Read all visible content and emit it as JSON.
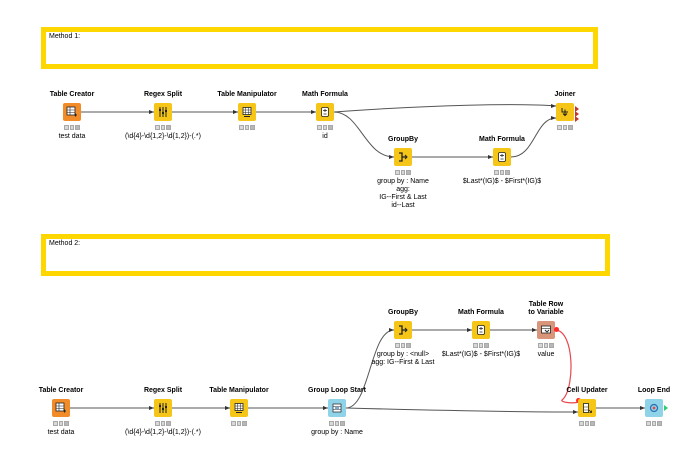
{
  "annotations": {
    "method1": "Method 1:",
    "method2": "Method 2:"
  },
  "method1": {
    "table_creator": {
      "title": "Table Creator",
      "label": "test data",
      "icon": "table-creator-icon",
      "color": "#f28c28"
    },
    "regex_split": {
      "title": "Regex Split",
      "label": "(\\d{4}-\\d{1,2}-\\d{1,2})-(.*)",
      "icon": "regex-split-icon",
      "color": "#f5c518"
    },
    "table_manipulator": {
      "title": "Table Manipulator",
      "label": "",
      "icon": "table-manipulator-icon",
      "color": "#f5c518"
    },
    "math_formula": {
      "title": "Math Formula",
      "label": "id",
      "icon": "math-formula-icon",
      "color": "#f5c518"
    },
    "joiner": {
      "title": "Joiner",
      "label": "",
      "icon": "joiner-icon",
      "color": "#f5c518"
    },
    "groupby": {
      "title": "GroupBy",
      "label_lines": [
        "group by : Name",
        "agg:",
        "IG--First & Last",
        "id--Last"
      ],
      "icon": "groupby-icon",
      "color": "#f5c518"
    },
    "math_formula_2": {
      "title": "Math Formula",
      "label": "$Last*(IG)$ - $First*(IG)$",
      "icon": "math-formula-icon",
      "color": "#f5c518"
    }
  },
  "method2": {
    "table_creator": {
      "title": "Table Creator",
      "label": "test data",
      "icon": "table-creator-icon",
      "color": "#f28c28"
    },
    "regex_split": {
      "title": "Regex Split",
      "label": "(\\d{4}-\\d{1,2}-\\d{1,2})-(.*)",
      "icon": "regex-split-icon",
      "color": "#f5c518"
    },
    "table_manipulator": {
      "title": "Table Manipulator",
      "label": "",
      "icon": "table-manipulator-icon",
      "color": "#f5c518"
    },
    "group_loop_start": {
      "title": "Group Loop Start",
      "label": "group by : Name",
      "icon": "group-loop-start-icon",
      "color": "#8fd3e8"
    },
    "groupby": {
      "title": "GroupBy",
      "label_lines": [
        "group by : <null>",
        "agg: IG--First & Last"
      ],
      "icon": "groupby-icon",
      "color": "#f5c518"
    },
    "math_formula": {
      "title": "Math Formula",
      "label": "$Last*(IG)$ - $First*(IG)$",
      "icon": "math-formula-icon",
      "color": "#f5c518"
    },
    "table_row_to_variable": {
      "title_lines": [
        "Table Row",
        "to Variable"
      ],
      "label": "value",
      "icon": "table-row-to-variable-icon",
      "color": "#d9957a"
    },
    "cell_updater": {
      "title": "Cell Updater",
      "label": "",
      "icon": "cell-updater-icon",
      "color": "#f5c518"
    },
    "loop_end": {
      "title": "Loop End",
      "label": "",
      "icon": "loop-end-icon",
      "color": "#8fd3e8"
    }
  },
  "colors": {
    "annotation_border": "#ffd700",
    "connection": "#555555",
    "flow_variable_connection": "#e8474f"
  }
}
